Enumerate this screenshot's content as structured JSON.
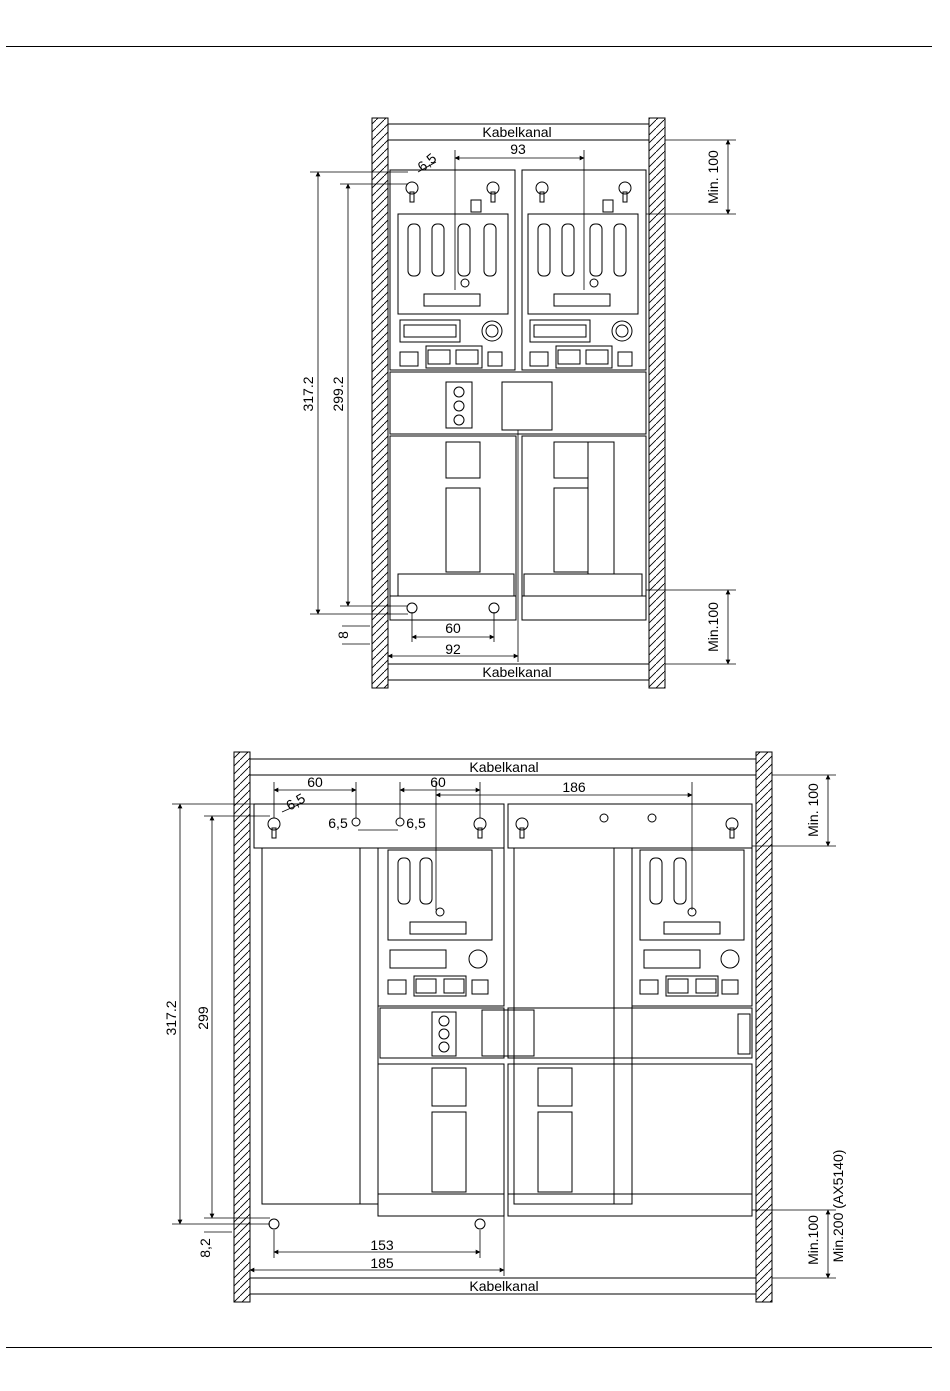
{
  "top_figure": {
    "cable_duct_top": "Kabelkanal",
    "cable_duct_bottom": "Kabelkanal",
    "dim_hole_diameter": "6,5",
    "dim_hole_spacing": "93",
    "dim_total_height": "317.2",
    "dim_hole_height": "299.2",
    "dim_bottom_offset": "8",
    "dim_hole_width": "60",
    "dim_module_width": "92",
    "clearance_top": "Min. 100",
    "clearance_bottom": "Min.100"
  },
  "bottom_figure": {
    "cable_duct_top": "Kabelkanal",
    "cable_duct_bottom": "Kabelkanal",
    "dim_left_60": "60",
    "dim_right_60": "60",
    "dim_186": "186",
    "dim_hole_diameter": "6,5",
    "dim_small_hole_a": "6,5",
    "dim_small_hole_b": "6,5",
    "dim_total_height": "317.2",
    "dim_hole_height": "299",
    "dim_bottom_offset": "8,2",
    "dim_153": "153",
    "dim_185": "185",
    "clearance_top": "Min. 100",
    "clearance_bottom": "Min.100",
    "clearance_bottom_alt": "Min.200 (AX5140)"
  }
}
